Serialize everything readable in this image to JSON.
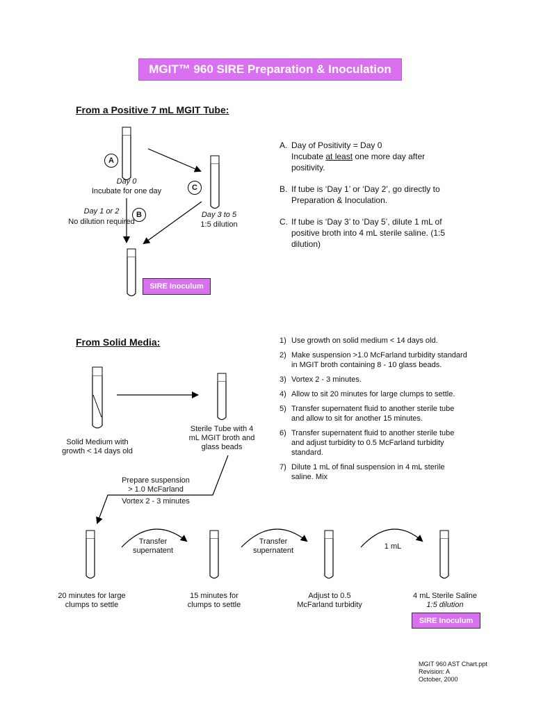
{
  "title": "MGIT™ 960 SIRE Preparation & Inoculation",
  "section_positive": {
    "heading": "From a Positive 7 mL MGIT Tube:",
    "circle_a": "A",
    "circle_b": "B",
    "circle_c": "C",
    "day0": "Day 0",
    "incubate_one_day": "Incubate for one day",
    "day1or2": "Day 1 or 2",
    "no_dilution": "No dilution required",
    "day3to5": "Day 3 to 5",
    "dilution_15": "1:5 dilution",
    "sire_inoculum": "SIRE Inoculum",
    "steps": [
      {
        "label": "A.",
        "line1": "Day of Positivity = Day 0",
        "line2_pre": "Incubate ",
        "line2_ul": "at least",
        "line2_post": " one more day after",
        "line3": "positivity."
      },
      {
        "label": "B.",
        "text": "If tube is ‘Day 1’ or ‘Day 2’, go directly to Preparation & Inoculation."
      },
      {
        "label": "C.",
        "text": "If tube is ‘Day 3’ to ‘Day 5’, dilute 1 mL of positive broth into 4 mL sterile saline. (1:5 dilution)"
      }
    ]
  },
  "section_solid": {
    "heading": "From Solid Media:",
    "solid_label_1": "Solid Medium with",
    "solid_label_2": "growth < 14 days old",
    "sterile_label": "Sterile Tube with 4 mL MGIT broth and glass beads",
    "prepare_1": "Prepare suspension",
    "prepare_2": "> 1.0 McFarland",
    "vortex": "Vortex 2 - 3 minutes",
    "transfer": "Transfer supernatent",
    "one_ml": "1 mL",
    "bottom_labels": [
      {
        "l1": "20 minutes for large",
        "l2": "clumps to settle"
      },
      {
        "l1": "15 minutes for",
        "l2": "clumps to settle"
      },
      {
        "l1": "Adjust to 0.5",
        "l2": "McFarland turbidity"
      },
      {
        "l1": "4 mL Sterile Saline",
        "l2": "1:5 dilution"
      }
    ],
    "sire_inoculum": "SIRE Inoculum",
    "steps": [
      {
        "label": "1)",
        "text": "Use growth on solid medium < 14 days old."
      },
      {
        "label": "2)",
        "text": "Make suspension >1.0 McFarland turbidity standard in MGIT broth containing 8 - 10 glass beads."
      },
      {
        "label": "3)",
        "text": "Vortex 2 - 3 minutes."
      },
      {
        "label": "4)",
        "text": "Allow to sit 20 minutes for large clumps to settle."
      },
      {
        "label": "5)",
        "text": "Transfer supernatent fluid to another sterile tube and allow to sit for another 15 minutes."
      },
      {
        "label": "6)",
        "text": "Transfer supernatent fluid to another sterile tube and adjust turbidity to 0.5 McFarland turbidity standard."
      },
      {
        "label": "7)",
        "text": "Dilute 1 mL of final suspension in 4 mL sterile saline. Mix"
      }
    ]
  },
  "footer": {
    "line1": "MGIT 960 AST Chart.ppt",
    "line2": "Revision:  A",
    "line3": "October, 2000"
  }
}
